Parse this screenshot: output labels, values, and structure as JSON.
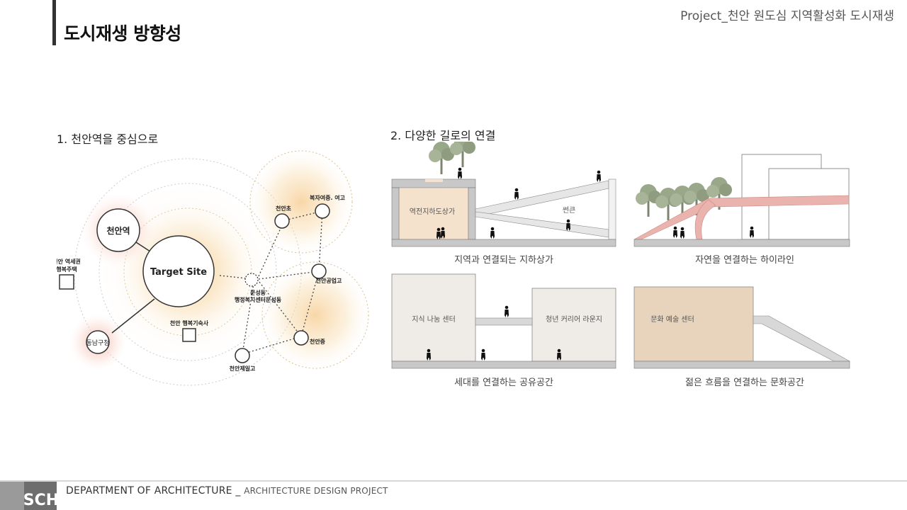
{
  "header": {
    "title": "도시재생 방향성",
    "project": "Project_천안 원도심 지역활성화 도시재생"
  },
  "section1": {
    "heading": "1. 천안역을 중심으로",
    "nodes": {
      "target": "Target Site",
      "station": "천안역",
      "dongnam": "동남구청",
      "housing_line1": "천안 역세권",
      "housing_line2": "행복주택",
      "dorm": "천안 행복기숙사",
      "cho": "천안초",
      "bokja": "복자여중. 여고",
      "gongup": "천안공업고",
      "junior": "천안중",
      "jeil": "천안제일고",
      "center_line1": "문성동",
      "center_line2": "행정복지센터문성동"
    }
  },
  "section2": {
    "heading": "2. 다양한 길로의 연결",
    "panels": {
      "p1_label_a": "역전지하도상가",
      "p1_label_b": "썬큰",
      "p1_caption": "지역과 연결되는 지하상가",
      "p2_caption": "자연을 연결하는 하이라인",
      "p3_label_a": "지식 나눔 센터",
      "p3_label_b": "청년 커리어 라운지",
      "p3_caption": "세대를 연결하는 공유공간",
      "p4_label_a": "문화 예술 센터",
      "p4_caption": "젊은 흐름을 연결하는 문화공간"
    }
  },
  "footer": {
    "logo": "SCH",
    "dept": "DEPARTMENT  OF ARCHITECTURE _",
    "sub": "ARCHITECTURE DESIGN PROJECT"
  },
  "colors": {
    "accent_dark": "#333333",
    "glow_orange": "#f6c98a",
    "glow_red": "#f4a99a",
    "highline_pink": "#eab3ad",
    "basement_tan": "#f5e2cc",
    "culture_tan": "#e8d4bd",
    "tree_green": "#9aa88a"
  }
}
